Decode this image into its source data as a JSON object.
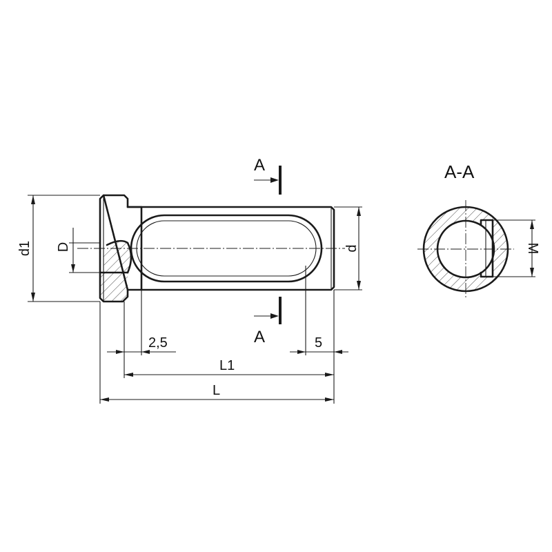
{
  "labels": {
    "section_mark_top": "A",
    "section_mark_bottom": "A",
    "section_title": "A-A",
    "diameter_flange": "d1",
    "diameter_bore": "D",
    "diameter_body": "d",
    "slot_width": "M",
    "chamfer": "2,5",
    "slot_end_offset": "5",
    "length_body": "L1",
    "length_total": "L"
  },
  "colors": {
    "line": "#1a1a1a",
    "background": "#ffffff"
  }
}
